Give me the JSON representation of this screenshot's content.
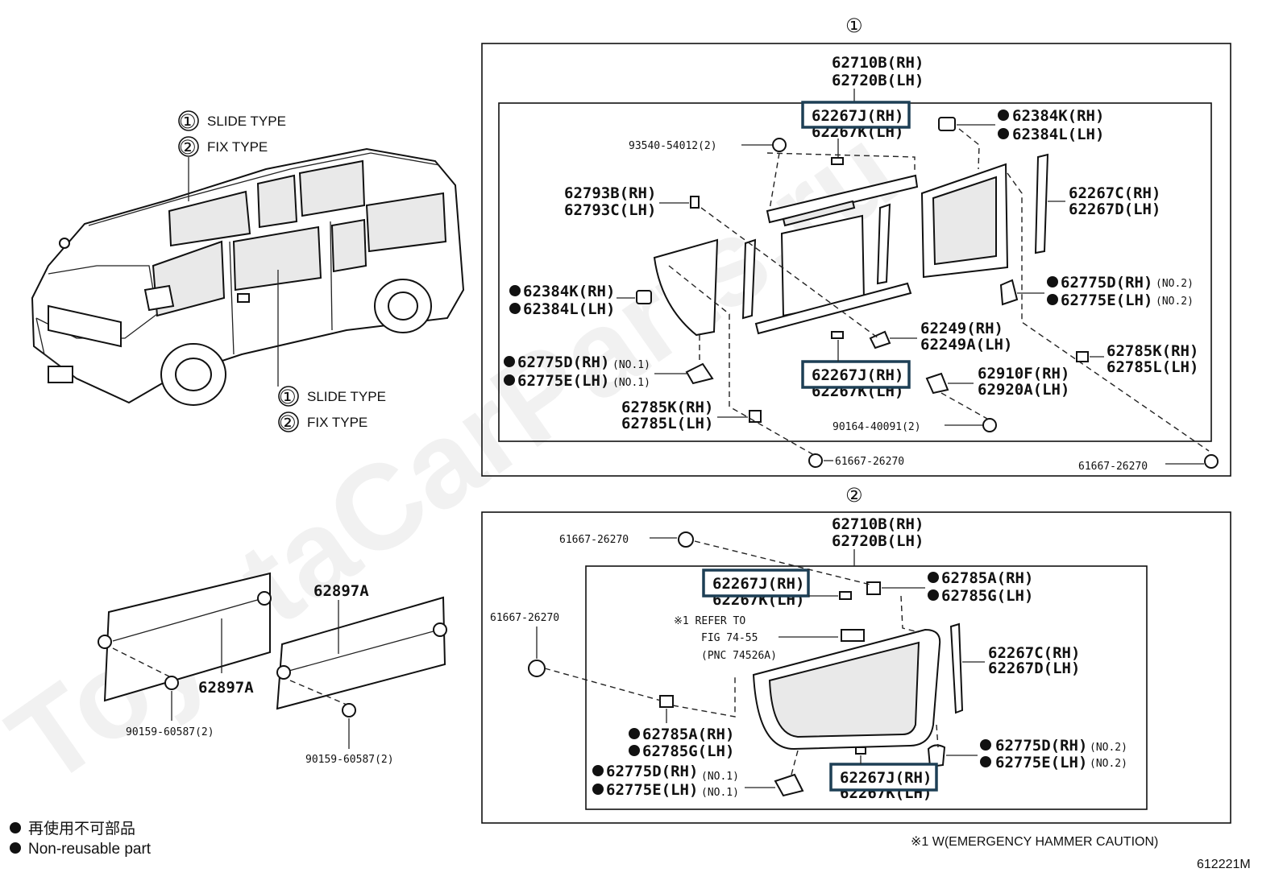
{
  "callouts": {
    "one": "①",
    "two": "②"
  },
  "van": {
    "top_type1": "SLIDE TYPE",
    "top_type2": "FIX TYPE",
    "side_type1": "SLIDE TYPE",
    "side_type2": "FIX TYPE"
  },
  "sec1": {
    "p_62710": "62710B(RH)",
    "p_62720": "62720B(LH)",
    "p_62267J": "62267J(RH)",
    "p_62267K": "62267K(LH)",
    "p_62384K_r": "62384K(RH)",
    "p_62384L_r": "62384L(LH)",
    "p_93540": "93540-54012(2)",
    "p_62793B": "62793B(RH)",
    "p_62793C": "62793C(LH)",
    "p_62267C": "62267C(RH)",
    "p_62267D": "62267D(LH)",
    "p_62384K_l": "62384K(RH)",
    "p_62384L_l": "62384L(LH)",
    "p_62775D_r": "62775D(RH)",
    "p_62775E_r": "62775E(LH)",
    "no2": "(NO.2)",
    "p_62249": "62249(RH)",
    "p_62249A": "62249A(LH)",
    "p_62785K_r": "62785K(RH)",
    "p_62785L_r": "62785L(LH)",
    "p_62775D_l": "62775D(RH)",
    "p_62775E_l": "62775E(LH)",
    "no1": "(NO.1)",
    "p_62267J_b": "62267J(RH)",
    "p_62267K_b": "62267K(LH)",
    "p_62910F": "62910F(RH)",
    "p_62920A": "62920A(LH)",
    "p_62785K_l": "62785K(RH)",
    "p_62785L_l": "62785L(LH)",
    "p_90164": "90164-40091(2)",
    "p_61667_a": "61667-26270",
    "p_61667_b": "61667-26270"
  },
  "sec2": {
    "p_62710": "62710B(RH)",
    "p_62720": "62720B(LH)",
    "p_61667_a": "61667-26270",
    "p_62267J": "62267J(RH)",
    "p_62267K": "62267K(LH)",
    "p_62785A_r": "62785A(RH)",
    "p_62785G_r": "62785G(LH)",
    "p_61667_b": "61667-26270",
    "ref1": "※1 REFER TO",
    "ref2": "FIG 74-55",
    "ref3": "(PNC 74526A)",
    "p_62267C": "62267C(RH)",
    "p_62267D": "62267D(LH)",
    "p_62785A_l": "62785A(RH)",
    "p_62785G_l": "62785G(LH)",
    "p_62775D_r": "62775D(RH)",
    "p_62775E_r": "62775E(LH)",
    "no2": "(NO.2)",
    "p_62775D_l": "62775D(RH)",
    "p_62775E_l": "62775E(LH)",
    "no1": "(NO.1)",
    "p_62267J_b": "62267J(RH)",
    "p_62267K_b": "62267K(LH)"
  },
  "rods": {
    "p_62897A_a": "62897A",
    "p_62897A_b": "62897A",
    "p_90159_a": "90159-60587(2)",
    "p_90159_b": "90159-60587(2)"
  },
  "legend": {
    "jp": "再使用不可部品",
    "en": "Non-reusable part"
  },
  "footnote": "※1 W(EMERGENCY HAMMER CAUTION)",
  "figure_id": "612221M",
  "watermark": "ToyotaCarParts.ru",
  "colors": {
    "highlight": "#1d3f55",
    "ink": "#111111"
  }
}
